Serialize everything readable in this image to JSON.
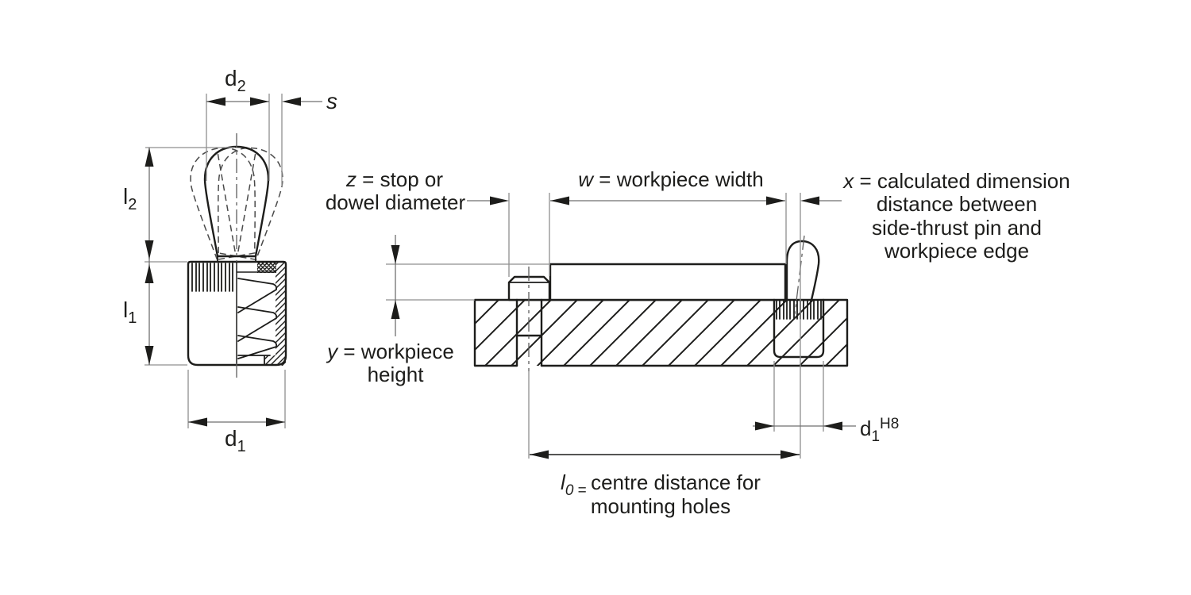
{
  "drawing": {
    "background": "#ffffff",
    "line_color": "#1d1d1b",
    "thin_line_color": "#8f8f8f"
  },
  "labels": {
    "d2": {
      "base": "d",
      "sub": "2"
    },
    "s": {
      "var": "s"
    },
    "l2": {
      "base": "l",
      "sub": "2"
    },
    "l1": {
      "base": "l",
      "sub": "1"
    },
    "d1": {
      "base": "d",
      "sub": "1"
    },
    "z": {
      "var": "z",
      "line1_rest": " = stop or",
      "line2": "dowel diameter"
    },
    "w": {
      "var": "w",
      "rest": " = workpiece width"
    },
    "x": {
      "var": "x",
      "line1_rest": " = calculated dimension",
      "line2": "distance between",
      "line3": "side-thrust pin and",
      "line4": "workpiece edge"
    },
    "y": {
      "var": "y",
      "line1_rest": " = workpiece",
      "line2": "height"
    },
    "d1h8": {
      "base": "d",
      "sub": "1",
      "sup": "H8"
    },
    "l0": {
      "var": "l",
      "sub": "0",
      "eq": " = ",
      "line1_rest": "centre distance for",
      "line2": "mounting holes"
    }
  }
}
